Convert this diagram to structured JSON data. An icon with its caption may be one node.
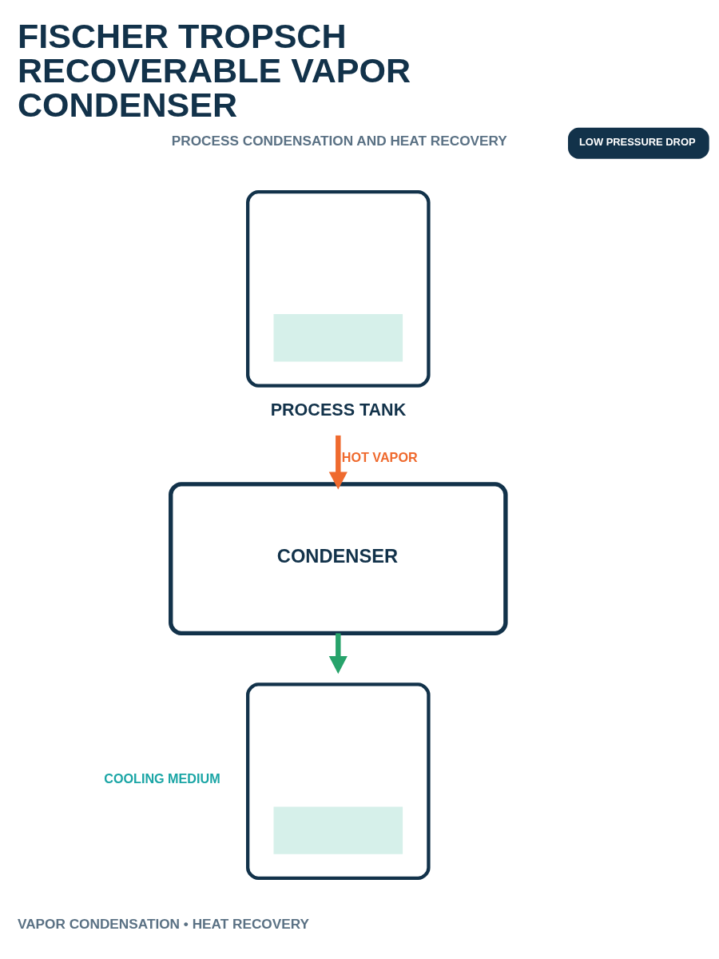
{
  "diagram": {
    "title": "FISCHER TROPSCH RECOVERABLE VAPOR CONDENSER",
    "caption": "VAPOR CONDENSATION • HEAT RECOVERY",
    "nodes": [
      {
        "text": [
          "PROCESS TANK"
        ]
      },
      {
        "text": [
          "CONDENSER"
        ]
      },
      {
        "text": [],
        "shape": "box"
      },
      {
        "text": [
          "LOW PRESSURE DROP"
        ]
      }
    ],
    "edges": [
      {
        "from": 0,
        "to": 1,
        "arrow": "to",
        "label": "HOT VAPOR",
        "color": "#ef6a2e"
      },
      {
        "from": 1,
        "to": 2,
        "arrow": "to",
        "color": "#27a36b"
      }
    ],
    "labels": [
      "PROCESS CONDENSATION AND HEAT RECOVERY",
      "COOLING MEDIUM"
    ]
  }
}
